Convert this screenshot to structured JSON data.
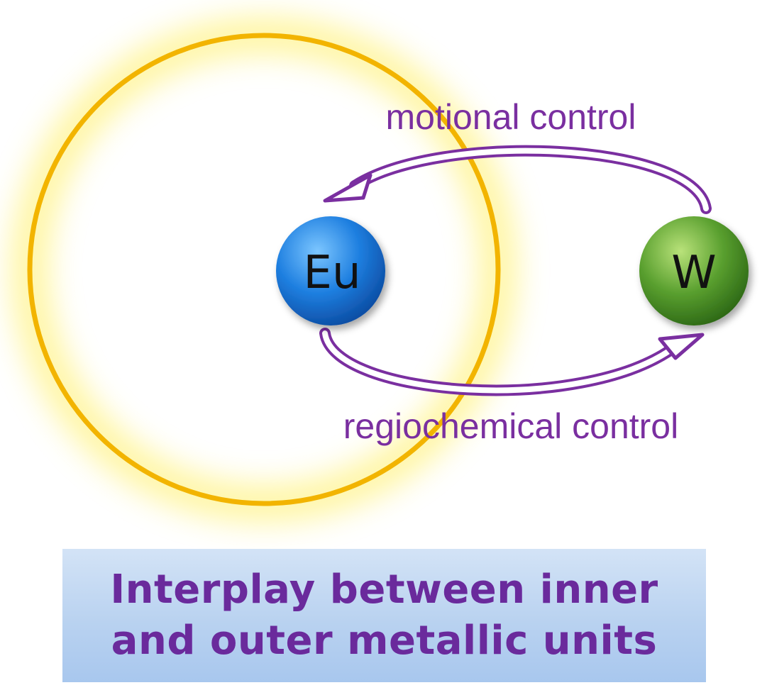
{
  "diagram": {
    "nodes": {
      "eu": {
        "label": "Eu",
        "color": "#1e7fe0"
      },
      "w": {
        "label": "W",
        "color": "#4e9a2a"
      }
    },
    "arrows": {
      "top_label": "motional control",
      "bottom_label": "regiochemical control",
      "color": "#7a2fa0"
    },
    "ring_color": "#f2b400",
    "glow_color": "#fff27a"
  },
  "caption": {
    "line1": "Interplay between inner",
    "line2": "and outer metallic units"
  }
}
